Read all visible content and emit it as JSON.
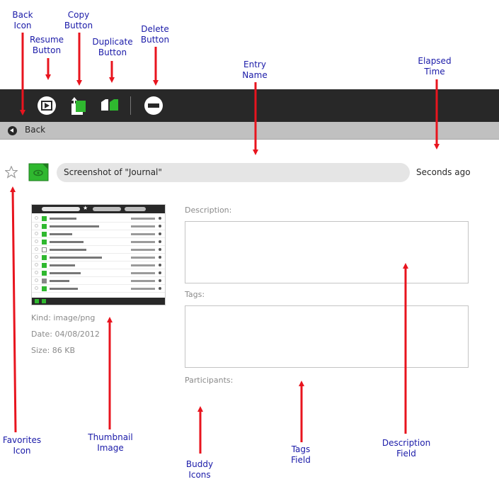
{
  "toolbar": {
    "buttons": [
      {
        "id": "resume",
        "icon": "play-icon"
      },
      {
        "id": "copy",
        "icon": "copy-upload-icon"
      },
      {
        "id": "duplicate",
        "icon": "duplicate-icon"
      },
      {
        "id": "delete",
        "icon": "delete-minus-icon"
      }
    ],
    "background": "#282828",
    "accent": "#2fb82f"
  },
  "back_bar": {
    "label": "Back",
    "icon": "back-arrow-icon"
  },
  "entry": {
    "favorite_icon": "star-outline-icon",
    "activity_icon": "journal-green-icon",
    "name": "Screenshot of \"Journal\"",
    "elapsed": "Seconds ago"
  },
  "details": {
    "kind": "Kind: image/png",
    "date": "Date: 04/08/2012",
    "size": "Size: 86 KB"
  },
  "fields": {
    "description_label": "Description:",
    "tags_label": "Tags:",
    "participants_label": "Participants:"
  },
  "callouts": {
    "back_icon": "Back\nIcon",
    "resume_button": "Resume\nButton",
    "copy_button": "Copy\nButton",
    "duplicate_button": "Duplicate\nButton",
    "delete_button": "Delete\nButton",
    "entry_name": "Entry\nName",
    "elapsed_time": "Elapsed\nTime",
    "favorites_icon": "Favorites\nIcon",
    "thumbnail_image": "Thumbnail\nImage",
    "buddy_icons": "Buddy\nIcons",
    "tags_field": "Tags\nField",
    "description_field": "Description\nField"
  },
  "colors": {
    "callout_text": "#1a1aa8",
    "arrow": "#e8141e"
  }
}
